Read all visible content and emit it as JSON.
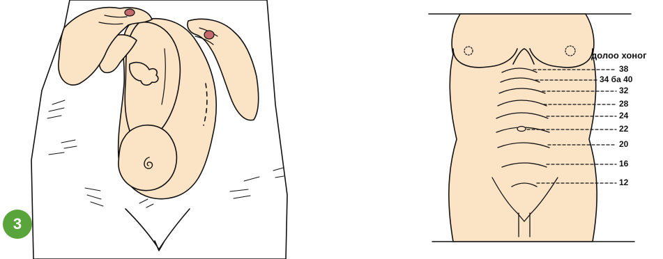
{
  "step_badge": "3",
  "fundal_height": {
    "header": "долоо хоног",
    "weeks": [
      "38",
      "34 ба 40",
      "32",
      "28",
      "24",
      "22",
      "20",
      "16",
      "12"
    ]
  },
  "colors": {
    "skin": "#fbe3c5",
    "outline": "#111111",
    "badge_green": "#5aa43c",
    "fingernail": "#c46a6a"
  }
}
